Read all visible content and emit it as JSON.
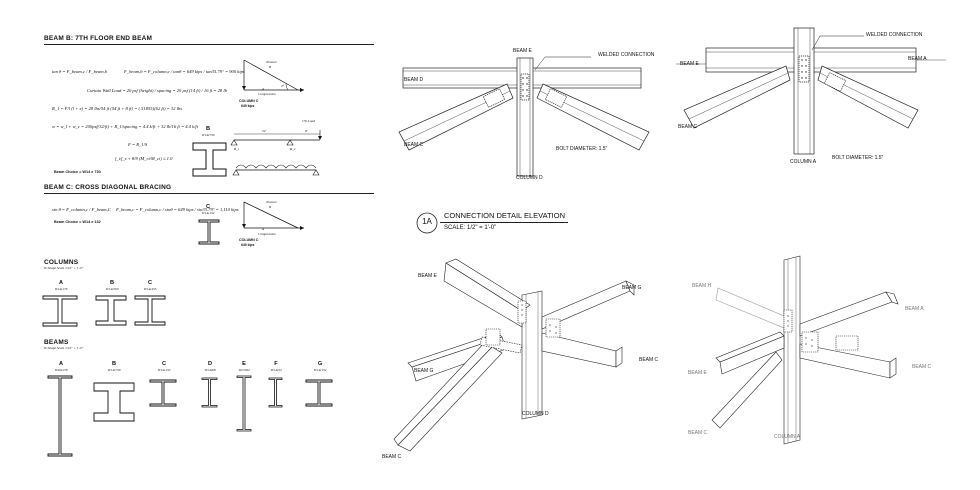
{
  "beam_b": {
    "title": "BEAM B: 7TH FLOOR END BEAM",
    "eq1": "tan θ = F_beam,c / F_beam,b",
    "eq2": "F_beam,b = F_column,c / tanθ = 649 kips / tan35.79° = 900 kips",
    "eq3": "Curtain Wall Load = 20 psf (height) / spacing = 20 psf (14 ft) / 16 ft = 28 lb",
    "eq4": "R_1 = F/l (l + x) = 28 lbs/54 ft (54 ft + 8 ft) = (.51855)(62 ft) = 32 lbs",
    "eq5": "w = w_l + w_c = 200psf(32/ft) + R_1/spacing = 4.4 k/ft + 32 lb/16 ft = 4.4 k/ft",
    "eq6": "F = R_1/S",
    "eq7": "f_i/f_s + 8/9 (M_ri/M_ci) ≤ 1.0",
    "beam_choice": "Beam Choice = W14 x 730",
    "section_letter": "B",
    "section_size": "W14x730",
    "load_label": "CW Load",
    "span_label": "54'",
    "overhang_label": "8'",
    "r1": "R_1",
    "r2": "R_2",
    "tri_label_1": "Tension",
    "tri_label_2": "B",
    "tri_angle": "θ°",
    "tri_comp_1": "Compression",
    "tri_comp_2": "A",
    "column_label": "COLUMN C",
    "column_load": "649 kips"
  },
  "beam_c": {
    "title": "BEAM C: CROSS DIAGONAL BRACING",
    "eq1": "sin θ = F_column,c / F_beam,C",
    "eq2": "F_beam,c = F_column,c / sinθ = 649 kips / sin35.79° = 1,110 kips",
    "beam_choice": "Beam Choice = W14 x 132",
    "section_letter": "C",
    "section_size": "W14x132",
    "tri_label_1": "Tension",
    "tri_label_2": "B",
    "tri_comp_1": "Compression",
    "tri_comp_2": "A",
    "column_label": "COLUMN C",
    "column_load": "649 kips"
  },
  "columns": {
    "title": "COLUMNS",
    "scale": "W-Shape Scale 1/16\" = 1'-0\"",
    "items": [
      {
        "letter": "A",
        "size": "W14x176"
      },
      {
        "letter": "B",
        "size": "W14x500"
      },
      {
        "letter": "C",
        "size": "W14x455"
      }
    ]
  },
  "beams": {
    "title": "BEAMS",
    "scale": "W-Shape Scale 1/16\" = 1'-0\"",
    "items": [
      {
        "letter": "A",
        "size": "W40x278"
      },
      {
        "letter": "B",
        "size": "W14x730"
      },
      {
        "letter": "C",
        "size": "W14x132"
      },
      {
        "letter": "D",
        "size": "W14x68"
      },
      {
        "letter": "E",
        "size": "W27x84"
      },
      {
        "letter": "F",
        "size": "W14x34"
      },
      {
        "letter": "G",
        "size": "W14x132"
      }
    ]
  },
  "elev_left": {
    "beam_e": "BEAM E",
    "beam_d": "BEAM D",
    "beam_c": "BEAM C",
    "column": "COLUMN D",
    "welded": "WELDED CONNECTION",
    "bolt": "BOLT DIAMETER: 1.5\""
  },
  "elev_right": {
    "beam_e": "BEAM E",
    "beam_a": "BEAM A",
    "beam_c": "BEAM C",
    "column": "COLUMN A",
    "welded": "WELDED CONNECTION",
    "bolt": "BOLT DIAMETER: 1.5\""
  },
  "detail": {
    "tag": "1A",
    "title": "CONNECTION DETAIL ELEVATION",
    "scale": "SCALE: 1/2\" = 1'-0\""
  },
  "iso_left": {
    "beam_e": "BEAM E",
    "beam_g_top": "BEAM G",
    "beam_g_left": "BEAM G",
    "beam_c_right": "BEAM C",
    "beam_c_bottom": "BEAM C",
    "column": "COLUMN D"
  },
  "iso_right": {
    "beam_h": "BEAM H",
    "beam_a": "BEAM A",
    "beam_e": "BEAM E",
    "beam_c_right": "BEAM C",
    "beam_c_bottom": "BEAM C",
    "column": "COLUMN A"
  }
}
